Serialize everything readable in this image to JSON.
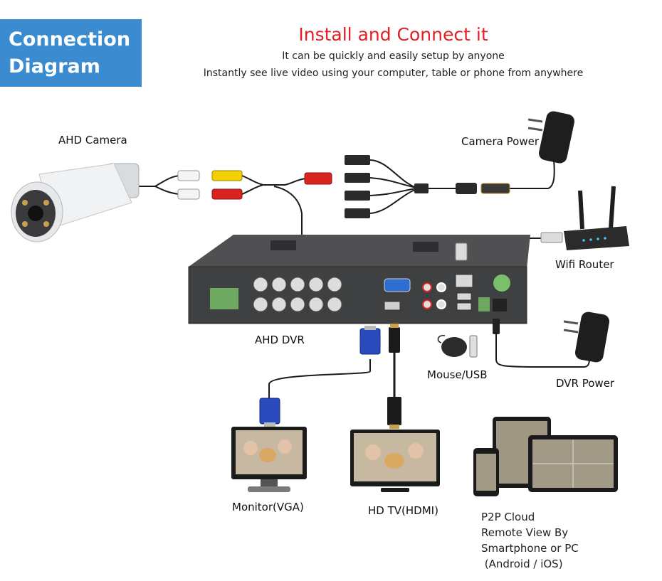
{
  "badge": {
    "line1": "Connection",
    "line2": "Diagram"
  },
  "header": {
    "title": "Install and Connect it",
    "subtitle1": "It can be quickly and easily setup by anyone",
    "subtitle2": "Instantly see live video using your computer, table or phone from anywhere"
  },
  "labels": {
    "ahd_camera": "AHD Camera",
    "camera_power": "Camera Power",
    "wifi_router": "Wifi Router",
    "ahd_dvr": "AHD DVR",
    "mouse_usb": "Mouse/USB",
    "dvr_power": "DVR Power",
    "monitor": "Monitor(VGA)",
    "hdtv": "HD TV(HDMI)"
  },
  "p2p": {
    "line1": "P2P Cloud",
    "line2": "Remote View By",
    "line3": "Smartphone or PC",
    "line4": " (Android / iOS)"
  },
  "colors": {
    "badge": "#3a8bd0",
    "title": "#e31e24",
    "cable": "#1a1a1a",
    "rca_yellow": "#f5d000",
    "rca_red": "#d8231f",
    "vga_blue": "#2a4bbd",
    "dvr_body": "#4a4a4c"
  }
}
